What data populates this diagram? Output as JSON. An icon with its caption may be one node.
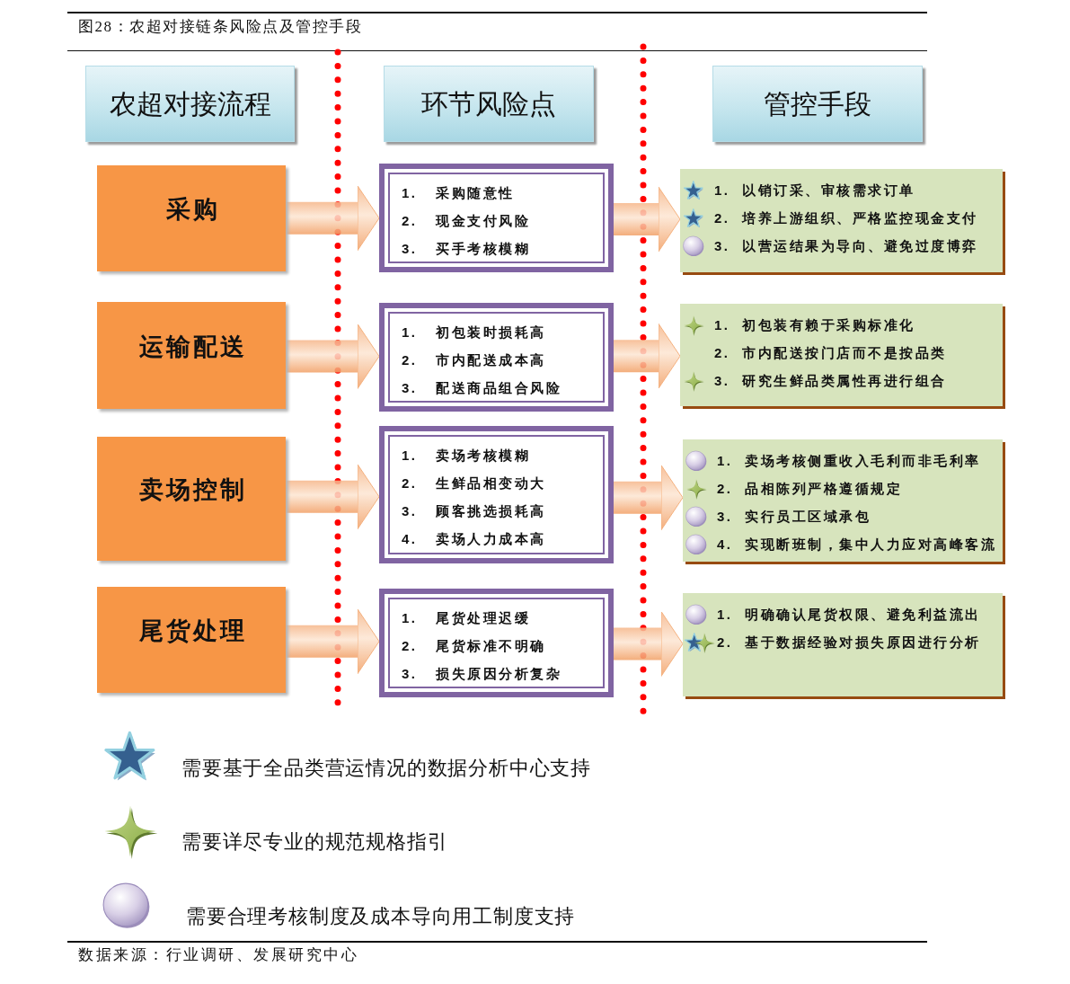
{
  "diagram": {
    "title": "图28：农超对接链条风险点及管控手段",
    "nodes": [
      {
        "text": [
          "农超对接流程"
        ]
      },
      {
        "text": [
          "环节风险点"
        ]
      },
      {
        "text": [
          "管控手段"
        ]
      },
      {
        "text": [
          "采购"
        ]
      },
      {
        "text": [
          "1. 采购随意性",
          "2. 现金支付风险",
          "3. 买手考核模糊"
        ]
      },
      {
        "text": [
          "1. 以销订采、审核需求订单",
          "2. 培养上游组织、严格监控现金支付",
          "3. 以营运结果为导向、避免过度博弈"
        ]
      },
      {
        "text": [
          "运输配送"
        ]
      },
      {
        "text": [
          "1. 初包装时损耗高",
          "2. 市内配送成本高",
          "3. 配送商品组合风险"
        ]
      },
      {
        "text": [
          "1. 初包装有赖于采购标准化",
          "2. 市内配送按门店而不是按品类",
          "3. 研究生鲜品类属性再进行组合"
        ]
      },
      {
        "text": [
          "卖场控制"
        ]
      },
      {
        "text": [
          "1. 卖场考核模糊",
          "2. 生鲜品相变动大",
          "3. 顾客挑选损耗高",
          "4. 卖场人力成本高"
        ]
      },
      {
        "text": [
          "1. 卖场考核侧重收入毛利而非毛利率",
          "2. 品相陈列严格遵循规定",
          "3. 实行员工区域承包",
          "4. 实现断班制，集中人力应对高峰客流"
        ]
      },
      {
        "text": [
          "尾货处理"
        ]
      },
      {
        "text": [
          "1. 尾货处理迟缓",
          "2. 尾货标准不明确",
          "3. 损失原因分析复杂"
        ]
      },
      {
        "text": [
          "1. 明确确认尾货权限、避免利益流出",
          "2. 基于数据经验对损失原因进行分析"
        ]
      }
    ],
    "edges": [
      {
        "from": 3,
        "to": 4,
        "arrow": "to"
      },
      {
        "from": 4,
        "to": 5,
        "arrow": "to"
      },
      {
        "from": 6,
        "to": 7,
        "arrow": "to"
      },
      {
        "from": 7,
        "to": 8,
        "arrow": "to"
      },
      {
        "from": 9,
        "to": 10,
        "arrow": "to"
      },
      {
        "from": 10,
        "to": 11,
        "arrow": "to"
      },
      {
        "from": 12,
        "to": 13,
        "arrow": "to"
      },
      {
        "from": 13,
        "to": 14,
        "arrow": "to"
      }
    ],
    "legend": [
      {
        "text": "需要基于全品类营运情况的数据分析中心支持"
      },
      {
        "text": "需要详尽专业的规范规格指引"
      },
      {
        "text": "需要合理考核制度及成本导向用工制度支持"
      }
    ],
    "caption": "数据来源：行业调研、发展研究中心"
  }
}
